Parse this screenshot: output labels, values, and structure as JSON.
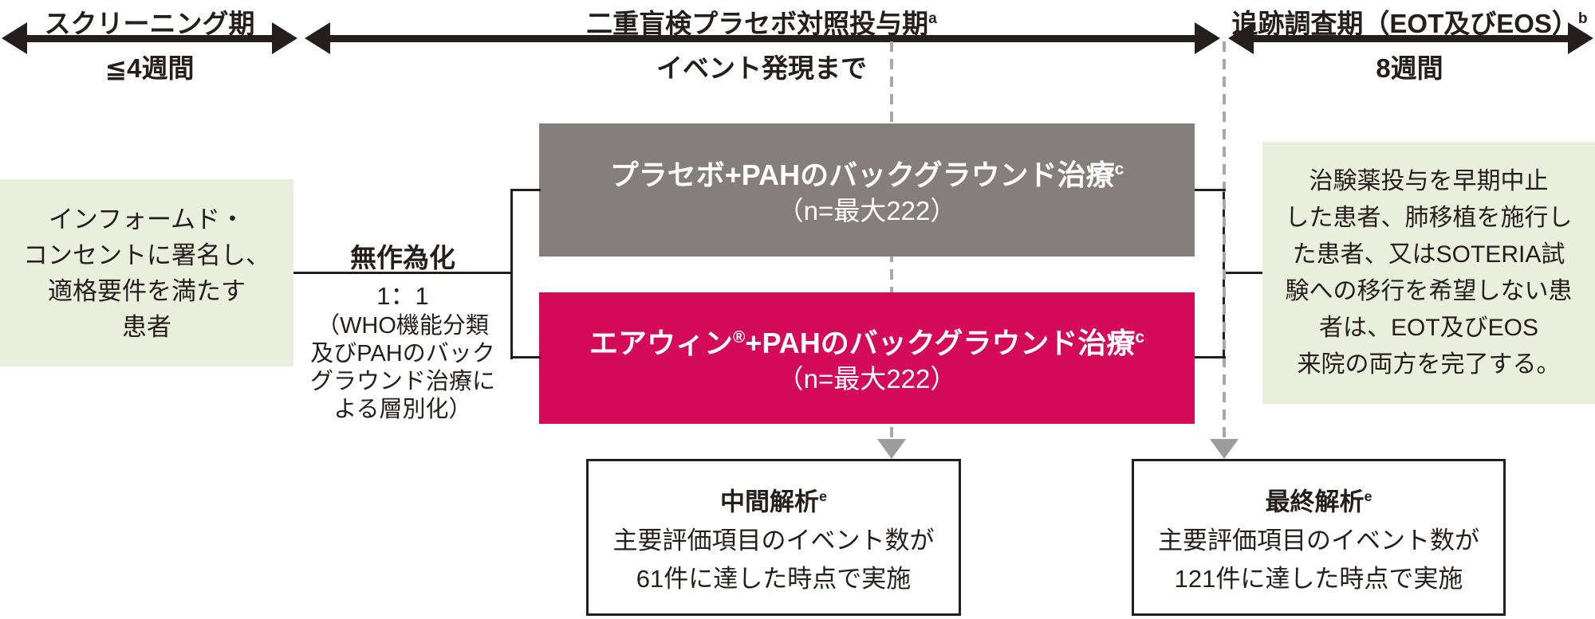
{
  "colors": {
    "ink": "#251e1c",
    "arm_placebo_gray": "#847e7d",
    "arm_active_pink": "#d30b58",
    "box_cream": "#e9eedd",
    "dash_gray": "#a8a8a8",
    "dash_arrow_gray": "#9c9c9c"
  },
  "phases": [
    {
      "title": "スクリーニング期",
      "sup": "",
      "duration": "≦4週間"
    },
    {
      "title": "二重盲検プラセボ対照投与期",
      "sup": "a",
      "duration": "イベント発現まで"
    },
    {
      "title": "追跡調査期（EOT及びEOS）",
      "sup": "b",
      "duration": "8週間"
    }
  ],
  "eligibility_box": {
    "lines": [
      "インフォームド・",
      "コンセントに署名し、",
      "適格要件を満たす",
      "患者"
    ]
  },
  "randomization": {
    "title": "無作為化",
    "ratio": "1：1",
    "strat_lines": [
      "（WHO機能分類",
      "及びPAHのバック",
      "グラウンド治療に",
      "よる層別化）"
    ]
  },
  "arms": [
    {
      "title": "プラセボ+PAHのバックグラウンド治療",
      "sup": "c",
      "n": "（n=最大222）"
    },
    {
      "brand": "エアウィン",
      "reg": "®",
      "title_rest": "+PAHのバックグラウンド治療",
      "sup": "c",
      "n": "（n=最大222）"
    }
  ],
  "followup_box": {
    "lines": [
      "治験薬投与を早期中止",
      "した患者、肺移植を施行し",
      "た患者、又はSOTERIA試",
      "験への移行を希望しない患",
      "者は、EOT及びEOS",
      "来院の両方を完了する。"
    ]
  },
  "analyses": [
    {
      "title": "中間解析",
      "sup": "e",
      "lines": [
        "主要評価項目のイベント数が",
        "61件に達した時点で実施"
      ]
    },
    {
      "title": "最終解析",
      "sup": "e",
      "lines": [
        "主要評価項目のイベント数が",
        "121件に達した時点で実施"
      ]
    }
  ]
}
